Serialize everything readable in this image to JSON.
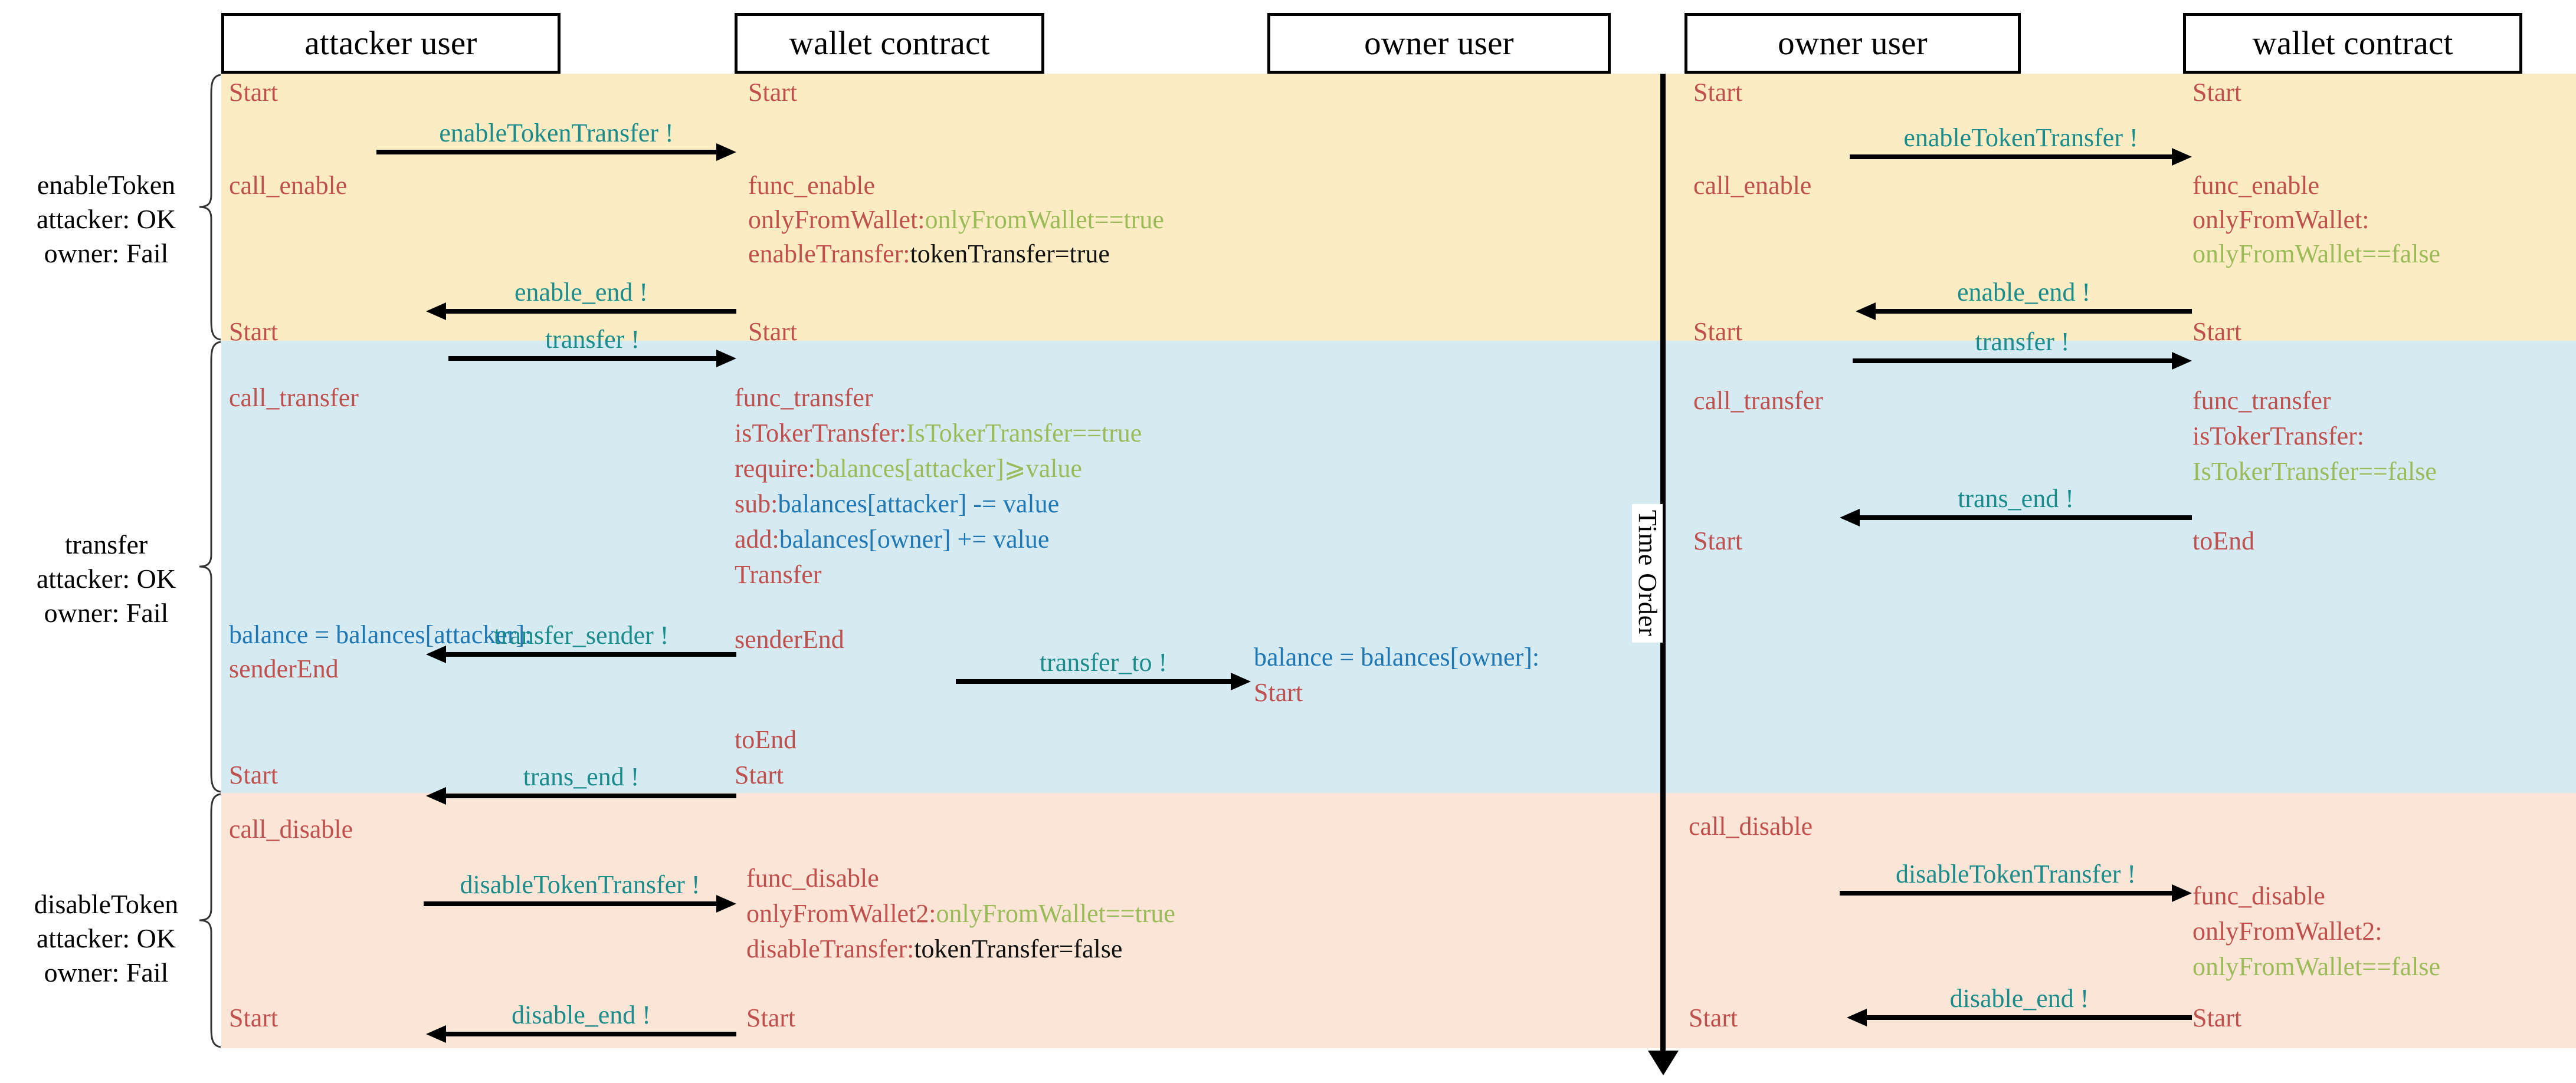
{
  "diagram": {
    "title_axis": "Time Order",
    "colors": {
      "band_enable": "#FCECC4",
      "band_transfer": "#D6EAF2",
      "band_disable": "#FBE5D6",
      "state_red": "#C0504D",
      "message_teal": "#1A8C8C",
      "guard_green": "#9BBB59",
      "action_blue": "#1F77B4",
      "value_black": "#111111"
    }
  },
  "lifelines": [
    {
      "id": "attacker-user-left",
      "label": "attacker user"
    },
    {
      "id": "wallet-contract-left",
      "label": "wallet contract"
    },
    {
      "id": "owner-user-left",
      "label": "owner user"
    },
    {
      "id": "owner-user-right",
      "label": "owner user"
    },
    {
      "id": "wallet-contract-right",
      "label": "wallet contract"
    }
  ],
  "scenarios": [
    {
      "id": "enableToken",
      "name": "enableToken",
      "attacker": "attacker: OK",
      "owner": "owner: Fail"
    },
    {
      "id": "transfer",
      "name": "transfer",
      "attacker": "attacker: OK",
      "owner": "owner: Fail"
    },
    {
      "id": "disableToken",
      "name": "disableToken",
      "attacker": "attacker: OK",
      "owner": "owner: Fail"
    }
  ],
  "bands": {
    "enable": {
      "attacker": {
        "start_top": "Start",
        "call": "call_enable",
        "start_bottom": "Start"
      },
      "wallet": {
        "start_top": "Start",
        "func": "func_enable",
        "guard_label": "onlyFromWallet:",
        "guard_value": "onlyFromWallet==true",
        "action_label": "enableTransfer:",
        "action_value": "tokenTransfer=true",
        "start_bottom": "Start"
      },
      "owner": {
        "start_top": "Start",
        "call": "call_enable",
        "start_bottom": "Start"
      },
      "wallet2": {
        "start_top": "Start",
        "func": "func_enable",
        "guard_label": "onlyFromWallet:",
        "guard_value": "onlyFromWallet==false",
        "start_bottom": "Start"
      },
      "messages": {
        "m1": "enableTokenTransfer !",
        "m2": "enable_end !",
        "m3": "enableTokenTransfer !",
        "m4": "enable_end !"
      }
    },
    "transfer": {
      "attacker": {
        "call": "call_transfer",
        "balance": "balance = balances[attacker]:",
        "sender_end": "senderEnd",
        "start_bottom": "Start"
      },
      "wallet": {
        "func": "func_transfer",
        "guard1_label": "isTokerTransfer:",
        "guard1_value": "IsTokerTransfer==true",
        "guard2_label": "require:",
        "guard2_value": "balances[attacker]⩾value",
        "act1_label": "sub:",
        "act1_value": "balances[attacker] -= value",
        "act2_label": "add:",
        "act2_value": "balances[owner] += value",
        "transfer_state": "Transfer",
        "sender_end": "senderEnd",
        "to_end": "toEnd",
        "start_bottom": "Start"
      },
      "owner": {
        "balance": "balance = balances[owner]:",
        "start": "Start"
      },
      "owner2": {
        "call": "call_transfer",
        "start": "Start"
      },
      "wallet2": {
        "func": "func_transfer",
        "guard_label": "isTokerTransfer:",
        "guard_value": "IsTokerTransfer==false",
        "to_end": "toEnd"
      },
      "messages": {
        "m1": "transfer !",
        "m2": "transfer_sender !",
        "m3": "transfer_to !",
        "m4": "trans_end !",
        "m5": "transfer !",
        "m6": "trans_end !"
      }
    },
    "disable": {
      "attacker": {
        "call": "call_disable",
        "start_bottom": "Start"
      },
      "wallet": {
        "func": "func_disable",
        "guard_label": "onlyFromWallet2:",
        "guard_value": "onlyFromWallet==true",
        "action_label": "disableTransfer:",
        "action_value": "tokenTransfer=false",
        "start_bottom": "Start"
      },
      "owner": {
        "call": "call_disable",
        "start_bottom": "Start"
      },
      "wallet2": {
        "func": "func_disable",
        "guard_label": "onlyFromWallet2:",
        "guard_value": "onlyFromWallet==false",
        "start_bottom": "Start"
      },
      "messages": {
        "m1": "disableTokenTransfer !",
        "m2": "disable_end !",
        "m3": "disableTokenTransfer !",
        "m4": "disable_end !"
      }
    }
  }
}
